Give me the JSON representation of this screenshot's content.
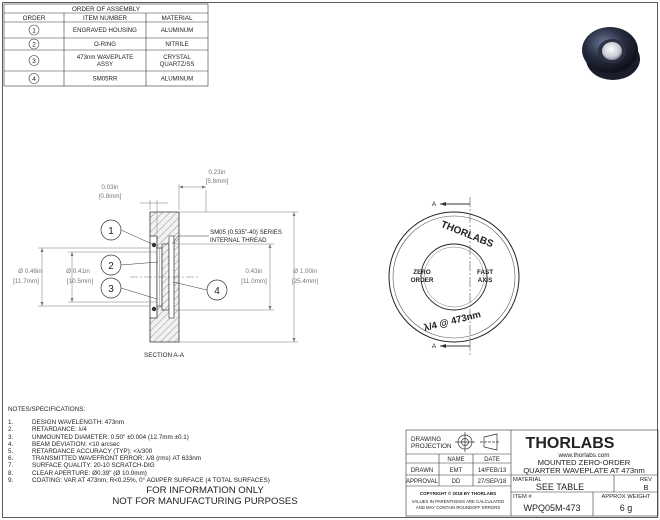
{
  "assembly_table": {
    "title": "ORDER OF ASSEMBLY",
    "headers": [
      "ORDER",
      "ITEM NUMBER",
      "MATERIAL"
    ],
    "rows": [
      {
        "order": "1",
        "item": [
          "ENGRAVED HOUSING"
        ],
        "material": [
          "ALUMINUM"
        ]
      },
      {
        "order": "2",
        "item": [
          "O-RING"
        ],
        "material": [
          "NITRILE"
        ]
      },
      {
        "order": "3",
        "item": [
          "473nm WAVEPLATE",
          "ASSY"
        ],
        "material": [
          "CRYSTAL",
          "QUARTZ/SS"
        ]
      },
      {
        "order": "4",
        "item": [
          "SM05RR"
        ],
        "material": [
          "ALUMINUM"
        ]
      }
    ]
  },
  "section_view": {
    "label": "SECTION A-A",
    "thread_note": [
      "SM05 (0.535\"-40) SERIES",
      "INTERNAL THREAD"
    ],
    "balloons": [
      "1",
      "2",
      "3",
      "4"
    ],
    "dims": {
      "d023": [
        "0.23in",
        "[5.8mm]"
      ],
      "d003": [
        "0.03in",
        "[0.8mm]"
      ],
      "d046": [
        "Ø 0.46in",
        "[11.7mm]"
      ],
      "d041": [
        "Ø 0.41in",
        "[10.5mm]"
      ],
      "d043": [
        "0.43in",
        "[11.0mm]"
      ],
      "d100": [
        "Ø 1.00in",
        "[25.4mm]"
      ]
    }
  },
  "front_view": {
    "engravings": {
      "brand": "THORLABS",
      "left": [
        "ZERO",
        "ORDER"
      ],
      "right": [
        "FAST",
        "AXIS"
      ],
      "bottom": "λ/4 @ 473nm"
    },
    "section_mark": "A"
  },
  "notes": {
    "header": "NOTES/SPECIFICATIONS:",
    "items": [
      "DESIGN WAVELENGTH: 473nm",
      "RETARDANCE: λ/4",
      "UNMOUNTED DIAMETER: 0.50\" ±0.004 (12.7mm ±0.1)",
      "BEAM DEVIATION: <10 arcsec",
      "RETARDANCE ACCURACY (TYP): <λ/300",
      "TRANSMITTED WAVEFRONT ERROR: λ/8 (rms) AT 633nm",
      "SURFACE QUALITY: 20-10 SCRATCH-DIG",
      "CLEAR APERTURE: Ø0.39\" (Ø 10.0mm)",
      "COATING: VAR AT 473nm, R<0.25%, 0° AOI/PER SURFACE (4 TOTAL SURFACES)"
    ],
    "disclaimer": [
      "FOR INFORMATION ONLY",
      "NOT FOR MANUFACTURING PURPOSES"
    ]
  },
  "title_block": {
    "projection_label": [
      "DRAWING",
      "PROJECTION"
    ],
    "logo": "THORLABS",
    "website": "www.thorlabs.com",
    "title_lines": [
      "MOUNTED ZERO-ORDER",
      "QUARTER WAVEPLATE AT 473nm"
    ],
    "name_hdr": "NAME",
    "date_hdr": "DATE",
    "drawn_label": "DRAWN",
    "drawn_name": "EMT",
    "drawn_date": "14/FEB/13",
    "approval_label": "APPROVAL",
    "approval_name": "DD",
    "approval_date": "27/SEP/18",
    "copyright": "COPYRIGHT © 2018 BY THORLABS",
    "round_note": [
      "VALUES IN PARENTHESIS ARE CALCULATED",
      "AND MAY CONTAIN ROUNDOFF ERRORS"
    ],
    "material_label": "MATERIAL",
    "material_value": "SEE TABLE",
    "rev_label": "REV",
    "rev_value": "B",
    "item_label": "ITEM #",
    "item_value": "WPQ05M-473",
    "weight_label": "APPROX WEIGHT",
    "weight_value": "6 g"
  }
}
